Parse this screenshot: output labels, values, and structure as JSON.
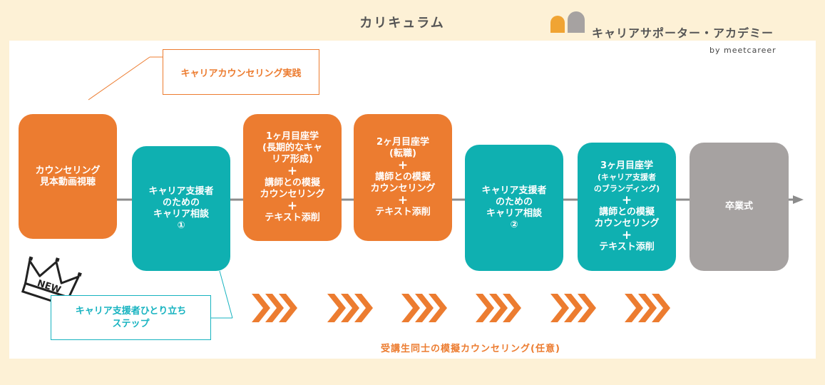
{
  "header": {
    "title": "カリキュラム",
    "brand_name": "キャリアサポーター・アカデミー",
    "brand_by": "by meetcareer"
  },
  "callouts": {
    "practice": "キャリアカウンセリング実践",
    "badge": "NEW",
    "independence_line1": "キャリア支援者ひとり立ち",
    "independence_line2": "ステップ"
  },
  "steps": [
    {
      "lines": [
        "カウンセリング",
        "見本動画視聴"
      ]
    },
    {
      "lines": [
        "キャリア支援者",
        "のための",
        "キャリア相談",
        "①"
      ]
    },
    {
      "lines": [
        "1ヶ月目座学",
        "(長期的なキャ",
        "リア形成)",
        "+",
        "講師との模擬",
        "カウンセリング",
        "+",
        "テキスト添削"
      ]
    },
    {
      "lines": [
        "2ヶ月目座学",
        "(転職)",
        "+",
        "講師との模擬",
        "カウンセリング",
        "+",
        "テキスト添削"
      ]
    },
    {
      "lines": [
        "キャリア支援者",
        "のための",
        "キャリア相談",
        "②"
      ]
    },
    {
      "lines": [
        "3ヶ月目座学",
        "(キャリア支援者",
        "のブランディング)",
        "+",
        "講師との模擬",
        "カウンセリング",
        "+",
        "テキスト添削"
      ]
    },
    {
      "lines": [
        "卒業式"
      ]
    }
  ],
  "peer_practice": "受講生同士の模擬カウンセリング(任意)",
  "colors": {
    "orange": "#ec7c30",
    "teal": "#0fb0b1",
    "gray": "#a6a2a1",
    "background": "#fdf1d6"
  }
}
